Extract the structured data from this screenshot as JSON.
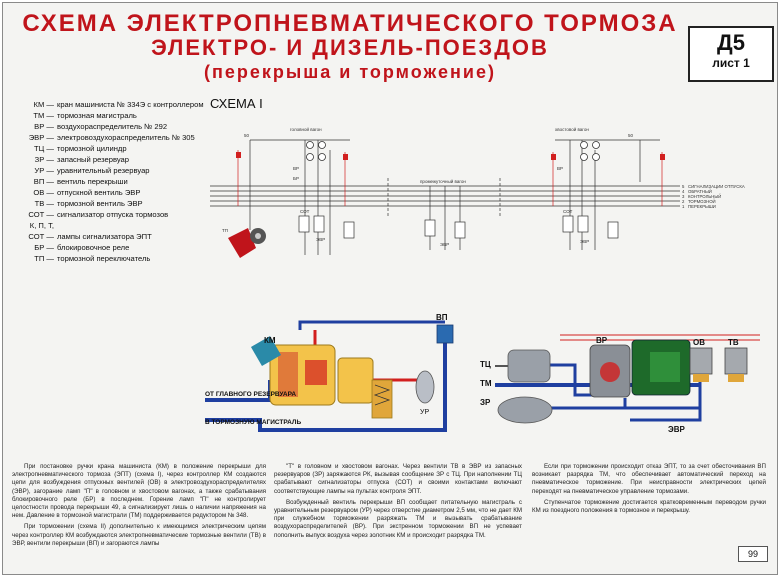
{
  "title": {
    "line1": "СХЕМА ЭЛЕКТРОПНЕВМАТИЧЕСКОГО ТОРМОЗА",
    "line2": "ЭЛЕКТРО- И ДИЗЕЛЬ-ПОЕЗДОВ",
    "line3": "(перекрыша и торможение)"
  },
  "badge": {
    "code": "Д5",
    "sheet": "лист 1"
  },
  "legend": [
    {
      "k": "КМ —",
      "v": "кран машиниста № 334Э с контроллером"
    },
    {
      "k": "ТМ —",
      "v": "тормозная магистраль"
    },
    {
      "k": "ВР —",
      "v": "воздухораспределитель № 292"
    },
    {
      "k": "ЭВР —",
      "v": "электровоздухораспределитель № 305"
    },
    {
      "k": "ТЦ —",
      "v": "тормозной цилиндр"
    },
    {
      "k": "ЗР —",
      "v": "запасный резервуар"
    },
    {
      "k": "УР —",
      "v": "уравнительный резервуар"
    },
    {
      "k": "ВП —",
      "v": "вентиль перекрыши"
    },
    {
      "k": "ОВ —",
      "v": "отпускной вентиль ЭВР"
    },
    {
      "k": "ТВ —",
      "v": "тормозной вентиль ЭВР"
    },
    {
      "k": "СОТ —",
      "v": "сигнализатор отпуска тормозов"
    },
    {
      "k": "К, П, Т,",
      "v": ""
    },
    {
      "k": "СОТ —",
      "v": "лампы сигнализатора ЭПТ"
    },
    {
      "k": "БР —",
      "v": "блокировочное реле"
    },
    {
      "k": "ТП —",
      "v": "тормозной переключатель"
    }
  ],
  "scheme_label": "СХЕМА I",
  "diagram": {
    "head_car": "головной вагон",
    "tail_car": "хвостовой вагон",
    "middle_car": "промежуточный вагон",
    "wire_labels": [
      "СИГНАЛИЗАЦИИ ОТПУСКА",
      "ОБРАТНЫЙ",
      "КОНТРОЛЬНЫЙ",
      "ТОРМОЗНОЙ",
      "ПЕРЕКРЫШИ"
    ],
    "wire_nums": [
      "5",
      "4",
      "3",
      "2",
      "1"
    ],
    "sot": "СОТ",
    "evr": "ЭВР",
    "vr": "ВР",
    "br": "БР",
    "tp": "ТП",
    "km": "КМ",
    "vp": "ВП",
    "ur": "УР",
    "tc": "ТЦ",
    "tm": "ТМ",
    "zr": "ЗР",
    "ov": "ОВ",
    "tv": "ТВ",
    "from_main": "ОТ ГЛАВНОГО РЕЗЕРВУАРА",
    "to_brake": "В ТОРМОЗНУЮ МАГИСТРАЛЬ",
    "volt": "50"
  },
  "text": {
    "col1": [
      "При постановке ручки крана машиниста (КМ) в положение перекрыши для электропневматического тормоза (ЭПТ) (схема I), через контроллер КМ создаются цепи для возбуждения отпускных вентилей (ОВ) в электровоздухораспределителях (ЭВР), загорание ламп \"П\" в головном и хвостовом вагонах, а также срабатывания блокировочного реле (БР) в последнем. Горение ламп \"П\" не контролирует целостности провода перекрыши 49, а сигнализирует лишь о наличии напряжения на нем. Давление в тормозной магистрали (ТМ) поддерживается редуктором № 348.",
      "При торможении (схема II) дополнительно к имеющимся электрическим цепям через контроллер КМ возбуждаются электропневматические тормозные вентили (ТВ) в ЭВР, вентили перекрыши (ВП) и загораются лампы"
    ],
    "col2": [
      "\"Т\" в головном и хвостовом вагонах. Через вентили ТВ в ЭВР из запасных резервуаров (ЗР) заряжаются РК, вызывая сообщение ЗР с ТЦ. При наполнении ТЦ срабатывают сигнализаторы отпуска (СОТ) и своими контактами включают соответствующие лампы на пультах контроля ЭПТ.",
      "Возбужденный вентиль перекрыши ВП сообщает питательную магистраль с уравнительным резервуаром (УР) через отверстие диаметром 2,5 мм, что не дает КМ при служебном торможении разряжать ТМ и вызывать срабатывание воздухораспределителей (ВР). При экстренном торможении ВП не успевает пополнить выпуск воздуха через золотник КМ и происходит разрядка ТМ."
    ],
    "col3": [
      "Если при торможении происходит отказ ЭПТ, то за счет обесточивания ВП возникает разрядка ТМ, что обеспечивает автоматический переход на пневматическое торможение. При неисправности электрических цепей переходят на пневматическое управление тормозами.",
      "Ступенчатое торможение достигается кратковременным переводом ручки КМ из поездного положения в тормозное и перекрышу."
    ]
  },
  "page_number": "99",
  "colors": {
    "title": "#c0141b",
    "air_blue": "#1f3fa0",
    "air_red": "#d21f1f",
    "pipe_green": "#1e6a2a",
    "tank_grey": "#9aa0a8"
  }
}
